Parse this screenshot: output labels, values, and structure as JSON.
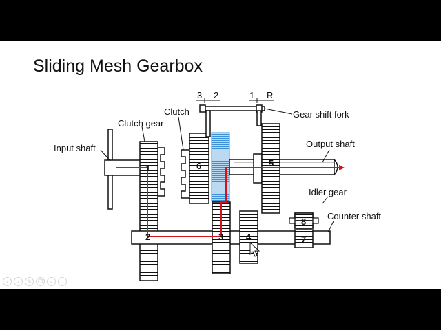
{
  "slide": {
    "title": "Sliding Mesh Gearbox"
  },
  "labels": {
    "input_shaft": "Input shaft",
    "clutch_gear": "Clutch gear",
    "clutch": "Clutch",
    "gear_shift_fork": "Gear shift fork",
    "output_shaft": "Output shaft",
    "idler_gear": "Idler gear",
    "counter_shaft": "Counter shaft",
    "fork_pos_3": "3",
    "fork_pos_2": "2",
    "fork_pos_1": "1",
    "fork_pos_r": "R"
  },
  "gears": {
    "g1": "1",
    "g2": "2",
    "g3": "3",
    "g4": "4",
    "g5": "5",
    "g6": "6",
    "g7": "7",
    "g8": "8"
  },
  "colors": {
    "power_flow": "#d4141c",
    "highlight": "#3d8fd6",
    "ink": "#111111"
  },
  "controls": [
    "prev-icon",
    "next-icon",
    "edit-icon",
    "copy-icon",
    "zoom-icon",
    "more-icon"
  ]
}
